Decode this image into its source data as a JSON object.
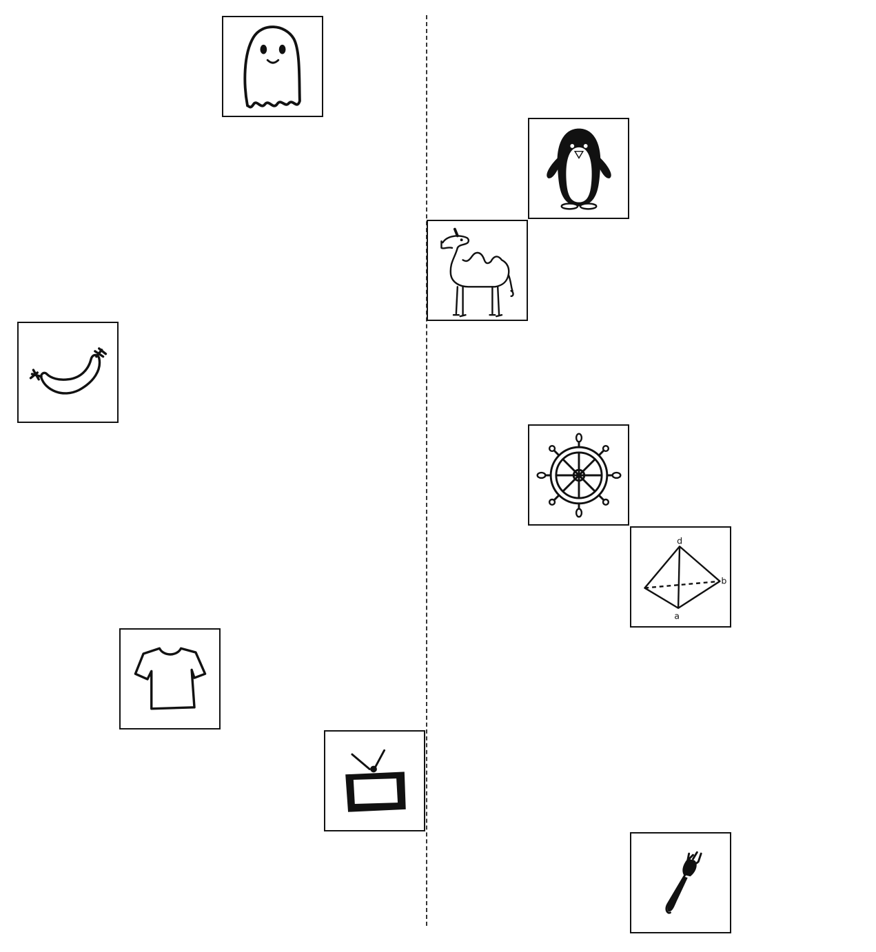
{
  "tiles": [
    {
      "id": "ghost",
      "icon": "ghost-icon"
    },
    {
      "id": "penguin",
      "icon": "penguin-icon"
    },
    {
      "id": "camel",
      "icon": "camel-icon"
    },
    {
      "id": "sausage",
      "icon": "sausage-icon"
    },
    {
      "id": "ship-wheel",
      "icon": "ship-wheel-icon"
    },
    {
      "id": "octahedron",
      "icon": "octahedron-icon"
    },
    {
      "id": "t-shirt",
      "icon": "t-shirt-icon"
    },
    {
      "id": "television",
      "icon": "television-icon"
    },
    {
      "id": "fork",
      "icon": "fork-icon"
    }
  ],
  "octahedron_labels": {
    "top": "d",
    "right": "b",
    "bottom": "a"
  }
}
